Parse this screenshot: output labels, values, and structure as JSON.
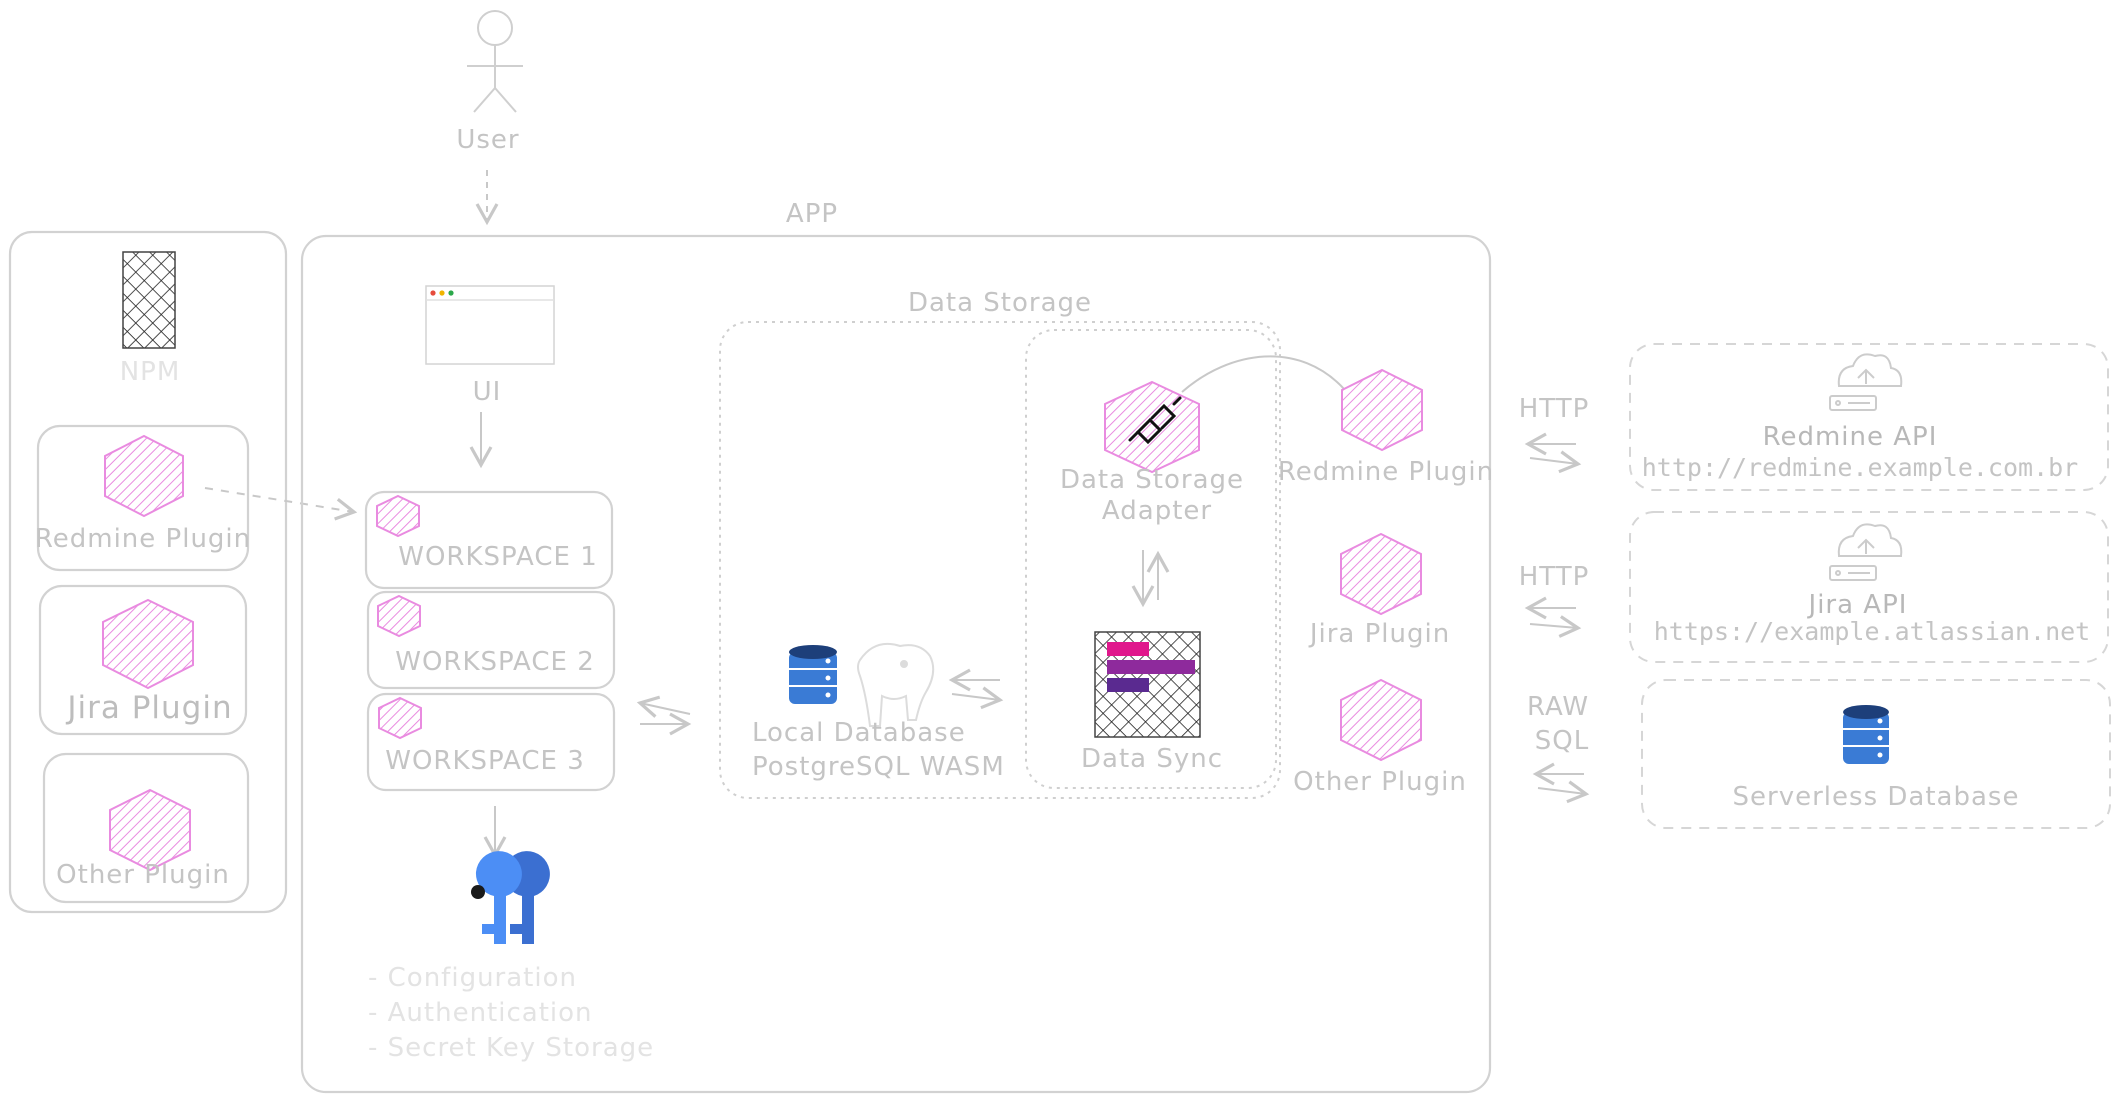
{
  "colors": {
    "plugin_pink": "#e98be0",
    "text_gray": "#c4c4c4",
    "db_blue": "#3a7bd5",
    "key_blue": "#4285f4"
  },
  "actor": {
    "label": "User",
    "icon": "stick-figure-icon"
  },
  "app": {
    "title": "APP"
  },
  "npm_panel": {
    "title": "NPM",
    "plugins": [
      {
        "label": "Redmine Plugin"
      },
      {
        "label": "Jira Plugin"
      },
      {
        "label": "Other Plugin"
      }
    ]
  },
  "ui": {
    "label": "UI"
  },
  "workspaces": [
    {
      "label": "WORKSPACE 1"
    },
    {
      "label": "WORKSPACE 2"
    },
    {
      "label": "WORKSPACE 3"
    }
  ],
  "secret_storage": {
    "icon": "key-icon",
    "lines": [
      "- Configuration",
      "- Authentication",
      "- Secret Key Storage"
    ]
  },
  "data_storage": {
    "title": "Data Storage",
    "local_db": {
      "line1": "Local Database",
      "line2": "PostgreSQL WASM"
    },
    "adapter": {
      "line1": "Data Storage",
      "line2": "Adapter"
    },
    "sync": {
      "label": "Data Sync"
    }
  },
  "app_plugins": [
    {
      "label": "Redmine Plugin"
    },
    {
      "label": "Jira Plugin"
    },
    {
      "label": "Other Plugin"
    }
  ],
  "connections": [
    {
      "protocol": "HTTP"
    },
    {
      "protocol": "HTTP"
    },
    {
      "protocol_line1": "RAW",
      "protocol_line2": "SQL"
    }
  ],
  "external": [
    {
      "title": "Redmine API",
      "url": "http://redmine.example.com.br",
      "icon": "cloud-server-icon"
    },
    {
      "title": "Jira API",
      "url": "https://example.atlassian.net",
      "icon": "cloud-server-icon"
    },
    {
      "title": "Serverless Database",
      "icon": "database-icon"
    }
  ]
}
